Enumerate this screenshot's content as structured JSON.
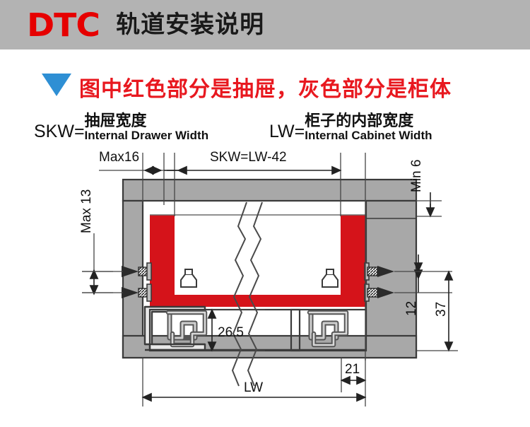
{
  "header": {
    "logo": "DTC",
    "title": "轨道安装说明"
  },
  "legend": {
    "marker_icon": "triangle-down-icon",
    "note": "图中红色部分是抽屉，灰色部分是柜体",
    "definitions": [
      {
        "code": "SKW=",
        "cn": "抽屉宽度",
        "en": "Internal Drawer Width"
      },
      {
        "code": "LW=",
        "cn": "柜子的内部宽度",
        "en": "Internal Cabinet Width"
      }
    ]
  },
  "diagram": {
    "title": "drawer-slide-installation-cross-section",
    "dimensions": {
      "max16": "Max16",
      "skw": "SKW=LW-42",
      "min6": "Min 6",
      "max13": "Max 13",
      "d12": "12",
      "d37": "37",
      "d265": "26.5",
      "d21": "21",
      "lw": "LW"
    },
    "colors": {
      "cabinet_gray": "#a8a8a8",
      "drawer_red": "#d5131a",
      "outline": "#3a3a3a",
      "header_gray": "#b3b3b3",
      "accent_blue": "#2e8fd4",
      "accent_red": "#e8181f"
    }
  }
}
